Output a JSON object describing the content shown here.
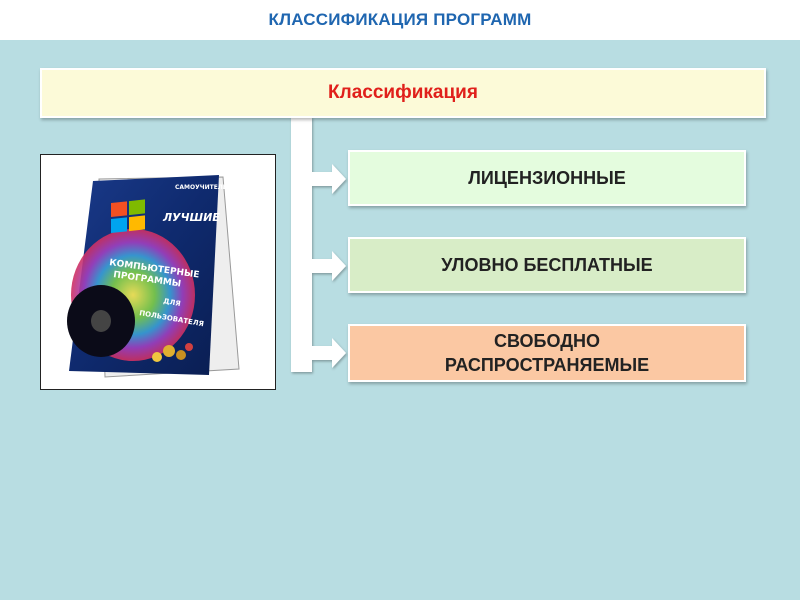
{
  "slide": {
    "title": "КЛАССИФИКАЦИЯ ПРОГРАММ"
  },
  "diagram": {
    "root": "Классификация",
    "children": [
      "ЛИЦЕНЗИОННЫЕ",
      "УЛОВНО БЕСПЛАТНЫЕ",
      "СВОБОДНО РАСПРОСТРАНЯЕМЫЕ"
    ]
  },
  "book": {
    "series": "САМОУЧИТЕЛЬ",
    "word1": "ЛУЧШИЕ",
    "word2": "КОМПЬЮТЕРНЫЕ",
    "word3": "ПРОГРАММЫ",
    "word4": "ДЛЯ",
    "word5": "ПОЛЬЗОВАТЕЛЯ"
  },
  "colors": {
    "title": "#1f66b0",
    "background": "#b8dde2",
    "root_fill": "#fcfad8",
    "root_text": "#e0201b",
    "licensed_fill": "#e4fcde",
    "shareware_fill": "#d8edc7",
    "free_fill": "#fbc8a3"
  }
}
